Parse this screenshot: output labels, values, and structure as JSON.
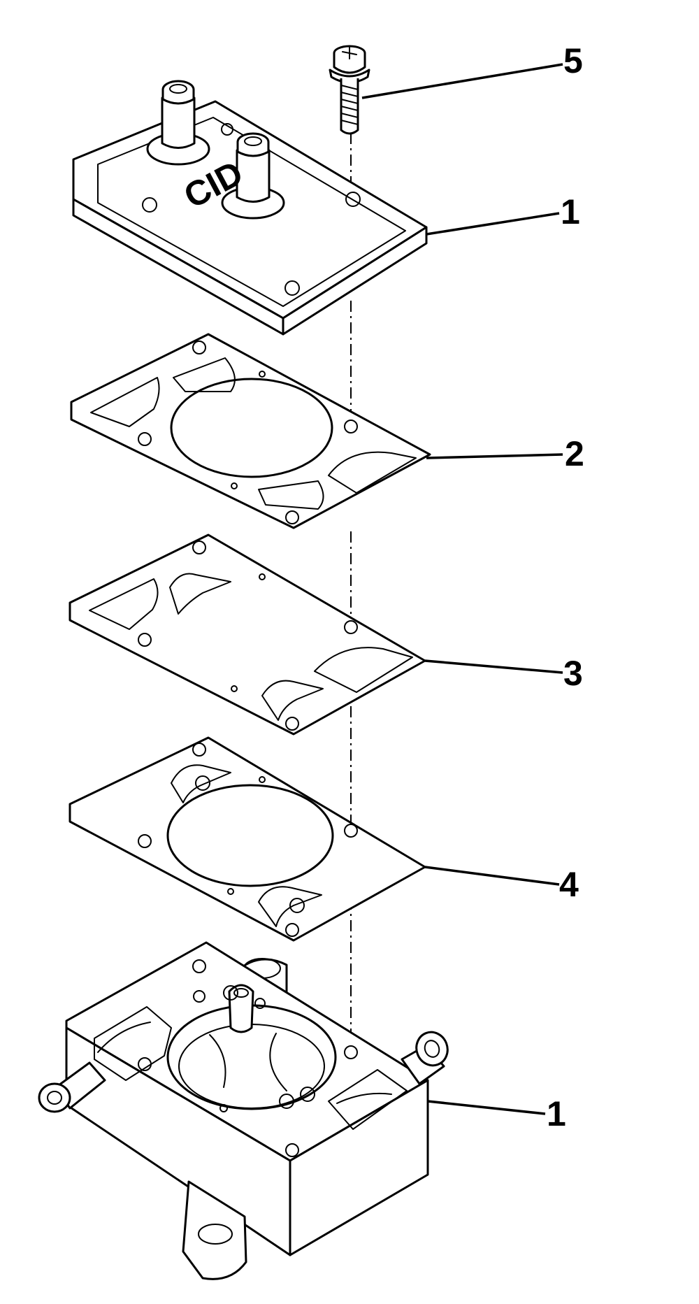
{
  "diagram": {
    "callouts": [
      {
        "id": "screw",
        "label": "5"
      },
      {
        "id": "cover",
        "label": "1"
      },
      {
        "id": "gasket-top",
        "label": "2"
      },
      {
        "id": "diaphragm",
        "label": "3"
      },
      {
        "id": "gasket-lower",
        "label": "4"
      },
      {
        "id": "pump-body",
        "label": "1"
      }
    ],
    "cover_marking": "CID"
  }
}
